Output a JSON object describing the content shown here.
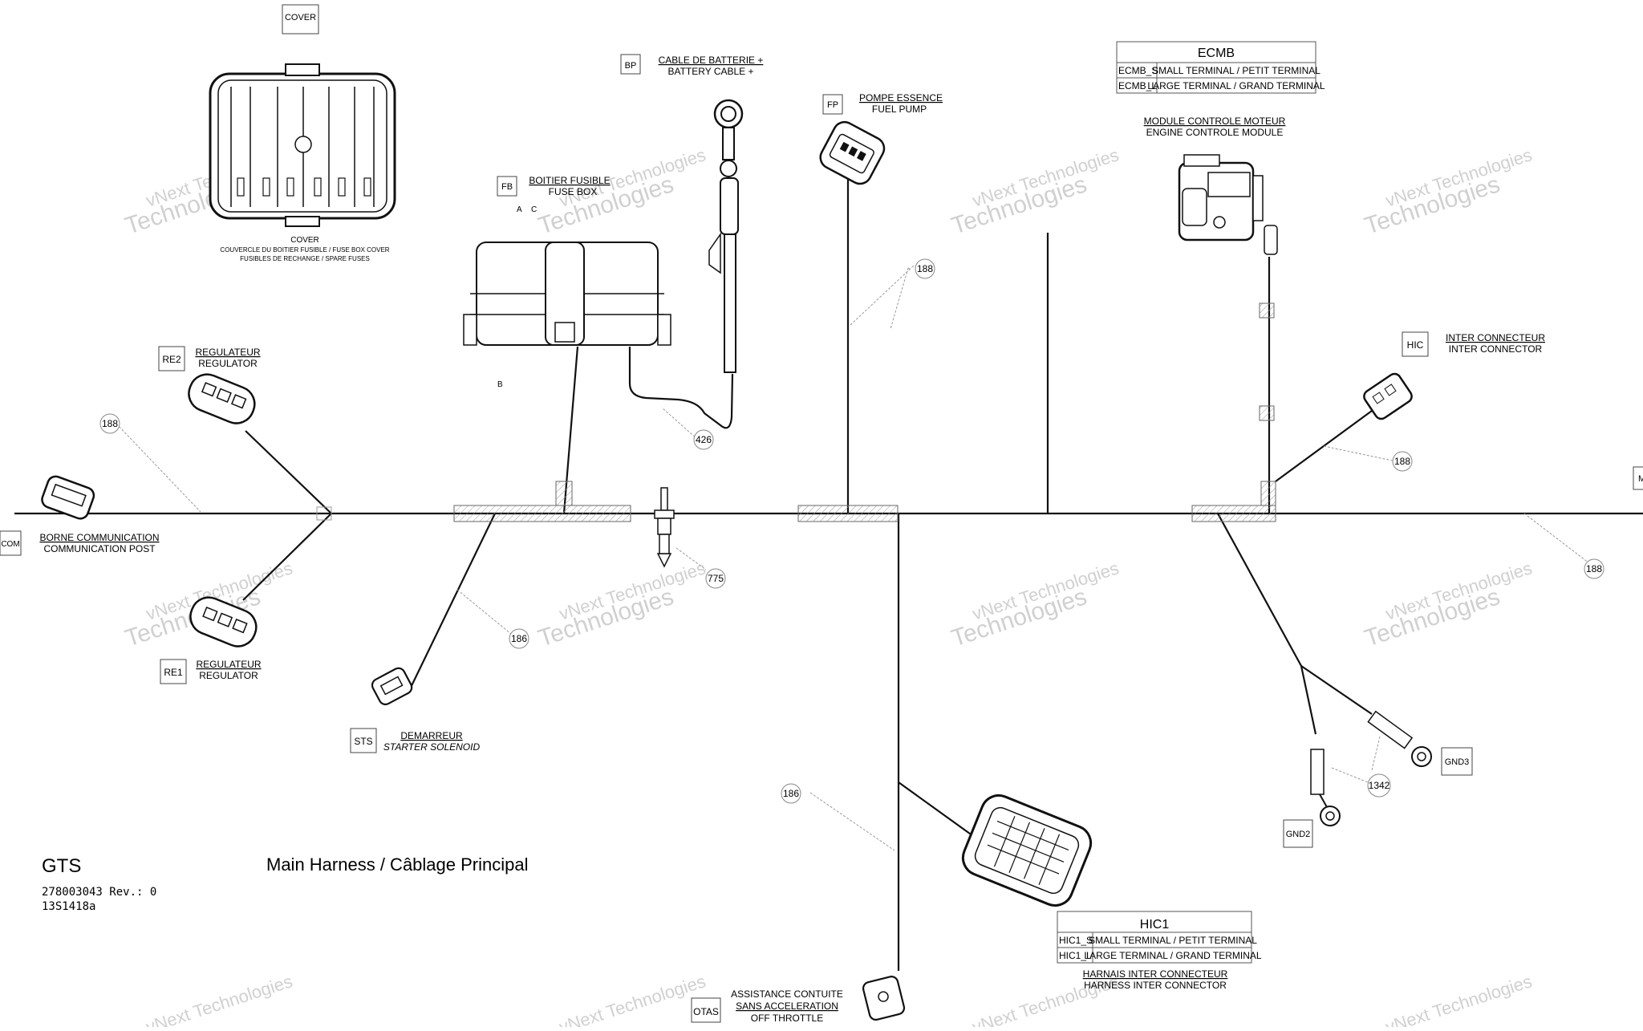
{
  "drawing": {
    "model": "GTS",
    "title": "Main Harness / Câblage Principal",
    "part_number": "278003043 Rev.: 0",
    "sheet": "13S1418a"
  },
  "watermark": {
    "line1": "vNext Technologies",
    "line2": "Technologies",
    "line0": "vNext"
  },
  "components": {
    "cover": {
      "tag": "COVER",
      "name": "COVER",
      "desc1": "COUVERCLE DU BOITIER FUSIBLE / FUSE BOX COVER",
      "desc2": "FUSIBLES DE RECHANGE / SPARE FUSES"
    },
    "battery": {
      "tag": "BP",
      "fr": "CABLE DE BATTERIE +",
      "en": "BATTERY CABLE +"
    },
    "fuel_pump": {
      "tag": "FP",
      "fr": "POMPE ESSENCE",
      "en": "FUEL PUMP"
    },
    "fuse_box": {
      "tag": "FB",
      "fr": "BOITIER FUSIBLE",
      "en": "FUSE BOX",
      "label_a": "A",
      "label_b": "B",
      "label_c": "C"
    },
    "ecm": {
      "fr": "MODULE CONTROLE MOTEUR",
      "en": "ENGINE CONTROLE MODULE"
    },
    "ecmb": {
      "title": "ECMB",
      "rows": [
        [
          "ECMB_S",
          "SMALL TERMINAL / PETIT TERMINAL"
        ],
        [
          "ECMB_L",
          "LARGE TERMINAL / GRAND TERMINAL"
        ]
      ]
    },
    "hic": {
      "tag": "HIC",
      "fr": "INTER CONNECTEUR",
      "en": "INTER CONNECTOR"
    },
    "re2": {
      "tag": "RE2",
      "fr": "REGULATEUR",
      "en": "REGULATOR"
    },
    "re1": {
      "tag": "RE1",
      "fr": "REGULATEUR",
      "en": "REGULATOR"
    },
    "com": {
      "tag": "COM",
      "fr": "BORNE COMMUNICATION",
      "en": "COMMUNICATION POST"
    },
    "sts": {
      "tag": "STS",
      "fr": "DEMARREUR",
      "en": "STARTER SOLENOID"
    },
    "hic1": {
      "title": "HIC1",
      "rows": [
        [
          "HIC1_S",
          "SMALL TERMINAL / PETIT TERMINAL"
        ],
        [
          "HIC1_L",
          "LARGE TERMINAL / GRAND TERMINAL"
        ]
      ],
      "fr": "HARNAIS INTER CONNECTEUR",
      "en": "HARNESS INTER CONNECTOR"
    },
    "gnd2": {
      "tag": "GND2"
    },
    "gnd3": {
      "tag": "GND3"
    },
    "otas": {
      "tag": "OTAS",
      "line1": "ASSISTANCE CONTUITE",
      "line2": "SANS ACCELERATION",
      "line3": "OFF THROTTLE"
    },
    "edge_m": {
      "tag": "M"
    }
  },
  "callouts": {
    "c188_fp": "188",
    "c426": "426",
    "c188_re": "188",
    "c188_hic": "188",
    "c188_right": "188",
    "c775": "775",
    "c186_sts": "186",
    "c186_hic1": "186",
    "c1342": "1342"
  }
}
